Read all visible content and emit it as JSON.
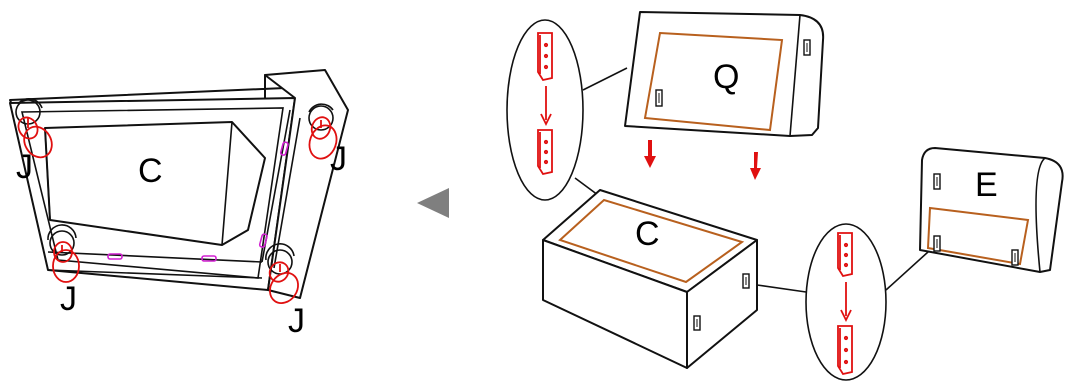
{
  "labels": {
    "base_left": "C",
    "base_right": "C",
    "back": "Q",
    "arm": "E",
    "feet": [
      "J",
      "J",
      "J",
      "J"
    ]
  },
  "colors": {
    "outline": "#111111",
    "frame_mark": "#b8601e",
    "bracket": "#e01010",
    "fastener": "#d020d0",
    "direction_arrow": "#7f7f7f"
  },
  "icons": {
    "step_arrow": "left-pointing-triangle",
    "bracket": "metal-bracket-icon",
    "down_arrow": "red-down-arrow-icon"
  }
}
